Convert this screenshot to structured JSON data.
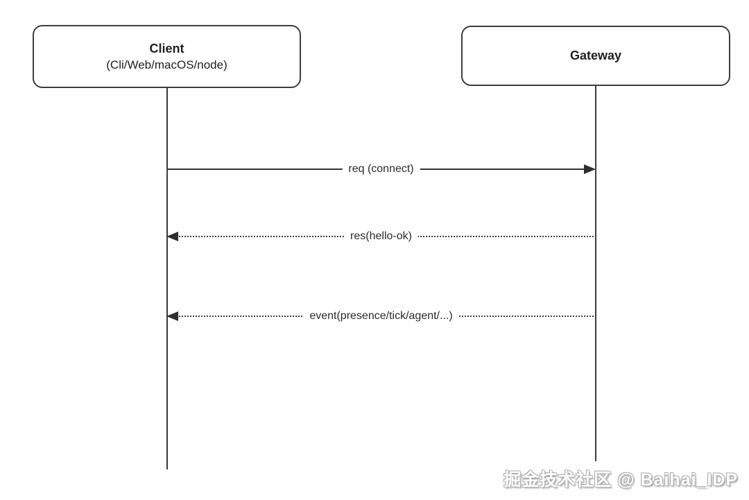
{
  "diagram": {
    "type": "sequence-diagram"
  },
  "colors": {
    "background": "#fefefe",
    "box_fill": "#ffffff",
    "box_border": "#3d3d3d",
    "line": "#333333",
    "text": "#1f1f1f"
  },
  "actors": {
    "client": {
      "title": "Client",
      "subtitle": "(Cli/Web/macOS/node)"
    },
    "gateway": {
      "title": "Gateway"
    }
  },
  "messages": [
    {
      "from": "Client",
      "to": "Gateway",
      "label": "req (connect)",
      "line_style": "solid",
      "direction": "right"
    },
    {
      "from": "Gateway",
      "to": "Client",
      "label": "res(hello-ok)",
      "line_style": "dotted",
      "direction": "left"
    },
    {
      "from": "Gateway",
      "to": "Client",
      "label": "event(presence/tick/agent/...)",
      "line_style": "dotted",
      "direction": "left"
    }
  ],
  "watermark": {
    "text": "掘金技术社区 @ Baihai_IDP"
  }
}
